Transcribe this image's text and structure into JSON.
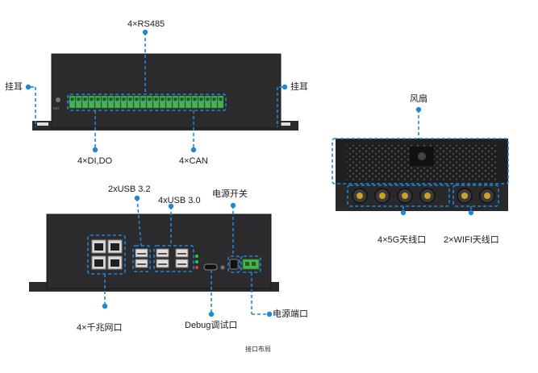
{
  "labels": {
    "rs485": "4×RS485",
    "ear_left": "挂耳",
    "ear_right": "挂耳",
    "di_do": "4×DI,DO",
    "can": "4×CAN",
    "fan": "风扇",
    "antenna_5g": "4×5G天线口",
    "antenna_wifi": "2×WIFI天线口",
    "usb32": "2xUSB 3.2",
    "usb30": "4xUSB 3.0",
    "power_switch": "电源开关",
    "ethernet": "4×千兆网口",
    "debug": "Debug调试口",
    "power_port": "电源端口"
  },
  "caption": "接口布局",
  "colors": {
    "callout": "#1e88d8",
    "chassis": "#2b2b2d",
    "terminal": "#4caf50",
    "background": "#ffffff"
  },
  "icons": {
    "callout_dot": "dot-marker-icon"
  }
}
